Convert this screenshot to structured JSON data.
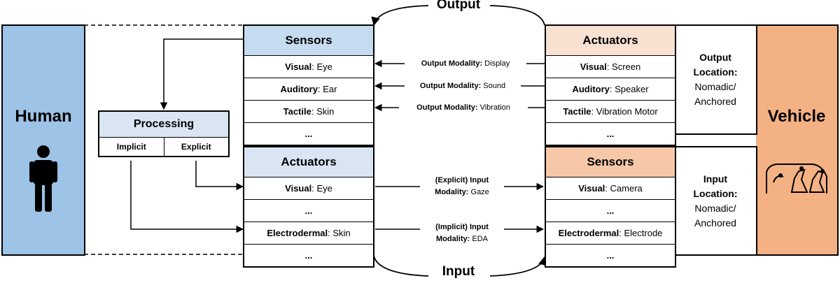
{
  "human": {
    "title": "Human",
    "icon": "person-icon",
    "color": "#9dc3e6"
  },
  "vehicle": {
    "title": "Vehicle",
    "icon": "car-seat-icon",
    "color": "#f4b183"
  },
  "output_label": "Output",
  "input_label": "Input",
  "human_sensors": {
    "title": "Sensors",
    "rows": [
      {
        "key": "Visual",
        "value": ": Eye"
      },
      {
        "key": "Auditory",
        "value": ": Ear"
      },
      {
        "key": "Tactile",
        "value": ": Skin"
      },
      {
        "key": "",
        "value": "..."
      }
    ]
  },
  "human_actuators": {
    "title": "Actuators",
    "rows": [
      {
        "key": "Visual",
        "value": ": Eye"
      },
      {
        "key": "",
        "value": "..."
      },
      {
        "key": "Electrodermal",
        "value": ": Skin"
      },
      {
        "key": "",
        "value": "..."
      }
    ]
  },
  "vehicle_actuators": {
    "title": "Actuators",
    "rows": [
      {
        "key": "Visual",
        "value": ": Screen"
      },
      {
        "key": "Auditory",
        "value": ": Speaker"
      },
      {
        "key": "Tactile",
        "value": ": Vibration Motor"
      },
      {
        "key": "",
        "value": "..."
      }
    ]
  },
  "vehicle_sensors": {
    "title": "Sensors",
    "rows": [
      {
        "key": "Visual",
        "value": ": Camera"
      },
      {
        "key": "",
        "value": "..."
      },
      {
        "key": "Electrodermal",
        "value": ": Electrode"
      },
      {
        "key": "",
        "value": "..."
      }
    ]
  },
  "output_location": {
    "l1": "Output",
    "l2": "Location:",
    "l3": "Nomadic/",
    "l4": "Anchored"
  },
  "input_location": {
    "l1": "Input",
    "l2": "Location:",
    "l3": "Nomadic/",
    "l4": "Anchored"
  },
  "processing": {
    "title": "Processing",
    "implicit": "Implicit",
    "explicit": "Explicit"
  },
  "output_modalities": [
    {
      "key": "Output Modality:",
      "value": " Display"
    },
    {
      "key": "Output Modality:",
      "value": " Sound"
    },
    {
      "key": "Output Modality:",
      "value": " Vibration"
    }
  ],
  "input_modalities": [
    {
      "l1": "(Explicit) Input",
      "key": "Modality:",
      "value": " Gaze"
    },
    {
      "l1": "(Implicit) Input",
      "key": "Modality:",
      "value": " EDA"
    }
  ]
}
